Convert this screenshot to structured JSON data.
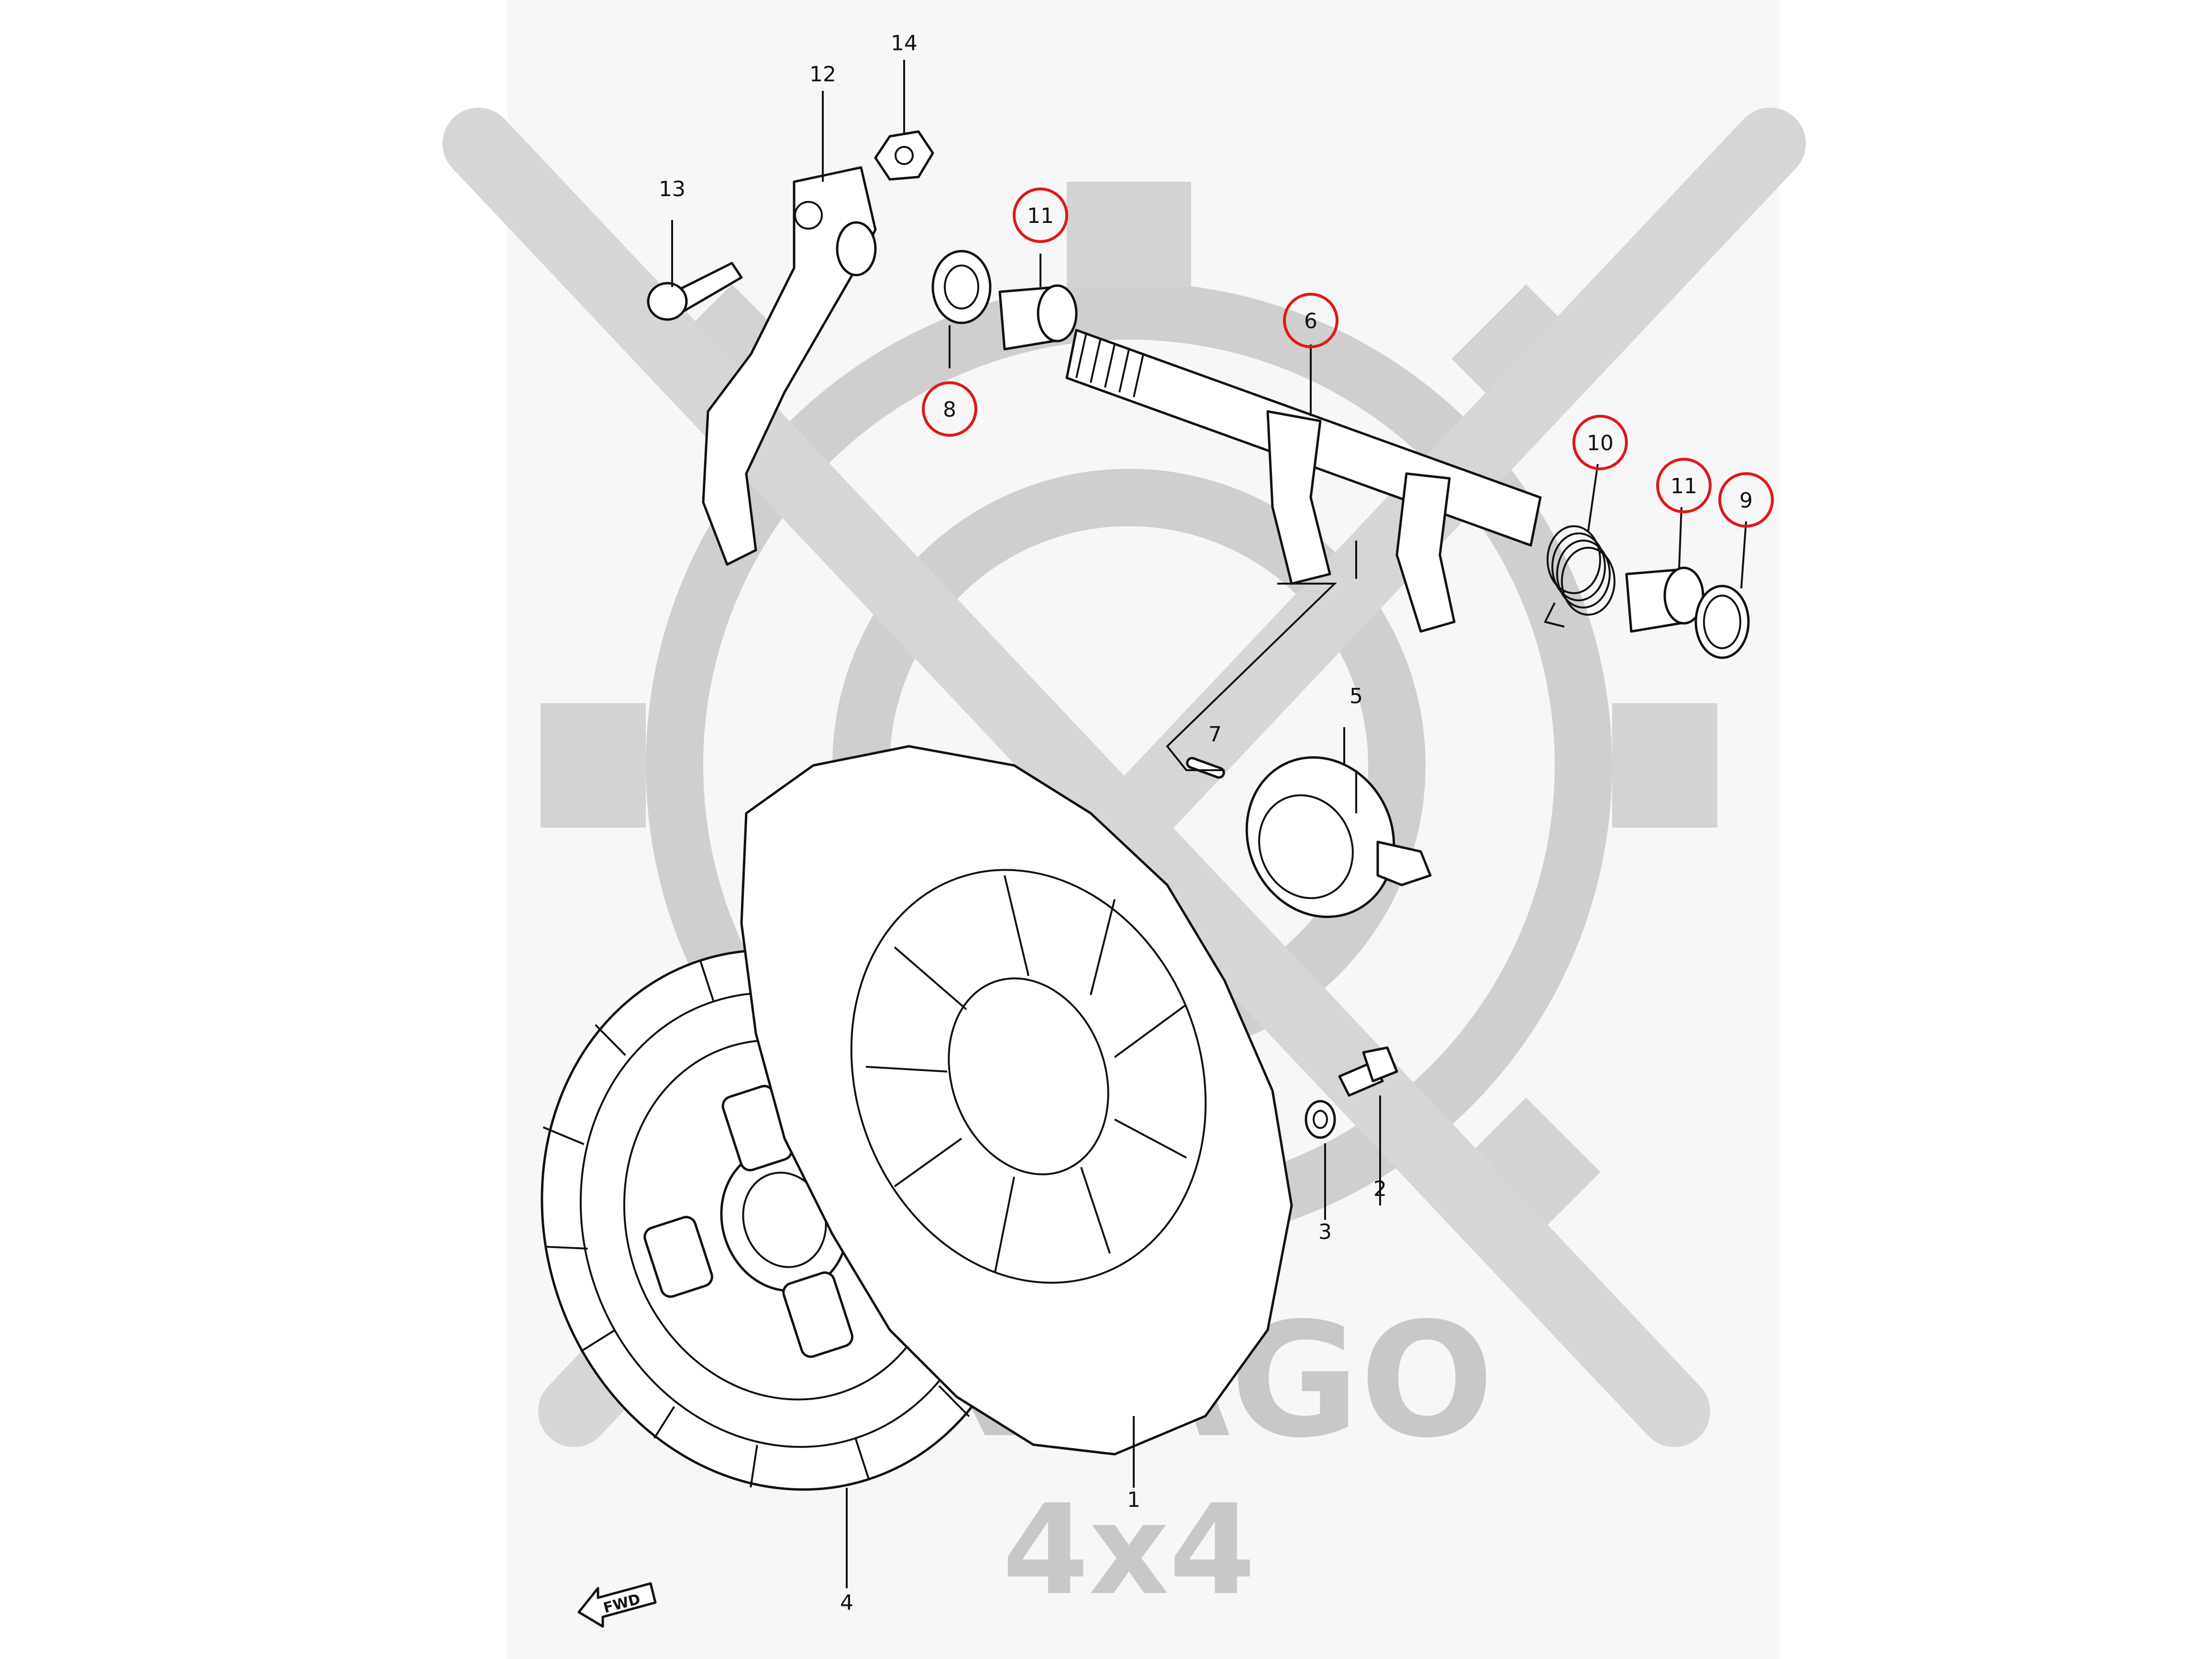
{
  "watermark": {
    "brand": "ORTAGO",
    "sub": "4x4",
    "color": "#c8c8c8"
  },
  "fwd_label": "FWD",
  "highlight_color": "#e01818",
  "callouts": [
    {
      "id": "c1",
      "label": "1",
      "highlighted": false
    },
    {
      "id": "c2",
      "label": "2",
      "highlighted": false
    },
    {
      "id": "c3",
      "label": "3",
      "highlighted": false
    },
    {
      "id": "c4",
      "label": "4",
      "highlighted": false
    },
    {
      "id": "c5",
      "label": "5",
      "highlighted": false
    },
    {
      "id": "c6",
      "label": "6",
      "highlighted": true
    },
    {
      "id": "c7",
      "label": "7",
      "highlighted": false
    },
    {
      "id": "c8",
      "label": "8",
      "highlighted": true
    },
    {
      "id": "c9",
      "label": "9",
      "highlighted": true
    },
    {
      "id": "c10",
      "label": "10",
      "highlighted": true
    },
    {
      "id": "c11a",
      "label": "11",
      "highlighted": true
    },
    {
      "id": "c11b",
      "label": "11",
      "highlighted": true
    },
    {
      "id": "c12",
      "label": "12",
      "highlighted": false
    },
    {
      "id": "c13",
      "label": "13",
      "highlighted": false
    },
    {
      "id": "c14",
      "label": "14",
      "highlighted": false
    }
  ]
}
